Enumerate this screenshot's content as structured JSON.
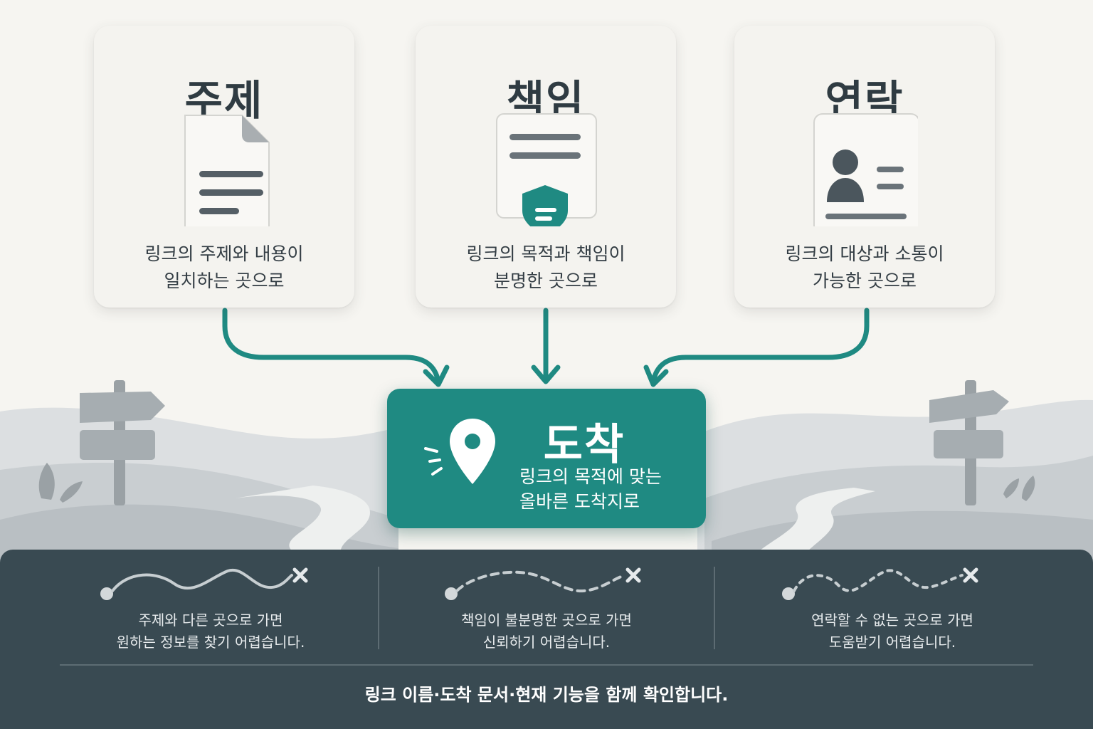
{
  "cards": [
    {
      "title": "주제",
      "icon": "document-icon",
      "desc": [
        "링크의 주제와 내용이",
        "일치하는 곳으로"
      ]
    },
    {
      "title": "책임",
      "icon": "shield-document-icon",
      "desc": [
        "링크의 목적과 책임이",
        "분명한 곳으로"
      ]
    },
    {
      "title": "연락",
      "icon": "contact-card-icon",
      "desc": [
        "링크의 대상과 소통이",
        "가능한 곳으로"
      ]
    }
  ],
  "destination": {
    "title": "도착",
    "icon": "location-pin-icon",
    "desc": [
      "링크의 목적에 맞는",
      "올바른 도착지로"
    ]
  },
  "warnings": [
    {
      "icon": "wavy-path-icon",
      "desc": [
        "주제와 다른 곳으로 가면",
        "원하는 정보를 찾기 어렵습니다."
      ]
    },
    {
      "icon": "dashed-path-icon",
      "desc": [
        "책임이 불분명한 곳으로 가면",
        "신뢰하기 어렵습니다."
      ]
    },
    {
      "icon": "dotted-path-icon",
      "desc": [
        "연락할 수 없는 곳으로 가면",
        "도움받기 어렵습니다."
      ]
    }
  ],
  "footer": "링크 이름·도착 문서·현재 기능을 함께 확인합니다.",
  "colors": {
    "accent": "#1f8a82",
    "dark_panel": "#394a52",
    "background": "#f6f5f1",
    "text": "#2f3b42"
  }
}
